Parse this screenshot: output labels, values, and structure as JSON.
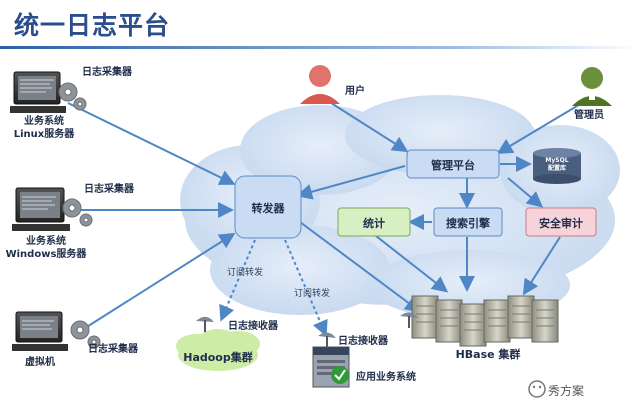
{
  "title": "统一日志平台",
  "nodes": {
    "collector_linux": "日志采集器",
    "server_linux_line1": "业务系统",
    "server_linux_line2": "Linux服务器",
    "collector_windows": "日志采集器",
    "server_windows_line1": "业务系统",
    "server_windows_line2": "Windows服务器",
    "collector_vm": "日志采集器",
    "vm": "虚拟机",
    "user": "用户",
    "admin": "管理员",
    "management_platform": "管理平台",
    "mysql_line1": "MySQL",
    "mysql_line2": "配置库",
    "forwarder": "转发器",
    "statistics": "统计",
    "search_engine": "搜索引擎",
    "security_audit": "安全审计",
    "receiver_hadoop": "日志接收器",
    "hadoop_cluster": "Hadoop集群",
    "receiver_app": "日志接收器",
    "app_business": "应用业务系统",
    "hbase_cluster": "HBase 集群"
  },
  "edges": {
    "subscribe_forward_1": "订阅转发",
    "subscribe_forward_2": "订阅转发"
  },
  "watermark": "秀方案",
  "colors": {
    "title": "#2a4e8c",
    "arrow": "#4f86c6",
    "box_blue": "#c9dcf3",
    "box_green": "#d8efc4",
    "box_pink": "#f6d3d8",
    "cloud": "#d3e2f4"
  }
}
